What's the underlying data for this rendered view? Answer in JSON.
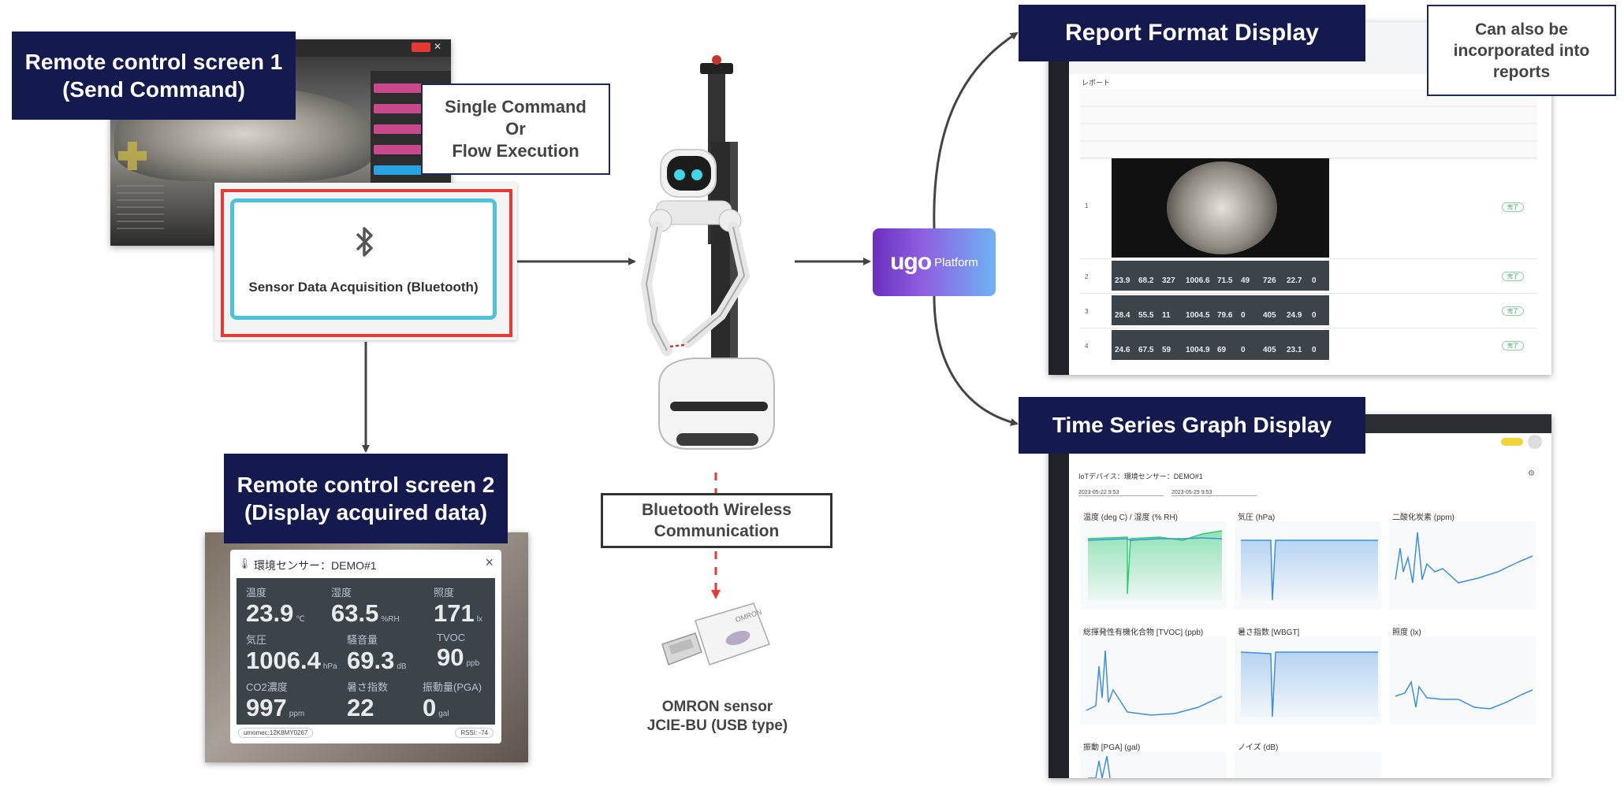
{
  "labels": {
    "remote1_line1": "Remote control screen 1",
    "remote1_line2": "(Send Command)",
    "single_cmd_line1": "Single Command",
    "single_cmd_line2": "Or",
    "single_cmd_line3": "Flow Execution",
    "sensor_acq": "Sensor Data Acquisition (Bluetooth)",
    "remote2_line1": "Remote control screen 2",
    "remote2_line2": "(Display acquired data)",
    "bt_line1": "Bluetooth Wireless",
    "bt_line2": "Communication",
    "omron_line1": "OMRON sensor",
    "omron_line2": "JCIE-BU (USB type)",
    "report_format": "Report Format Display",
    "also_line1": "Can also be",
    "also_line2": "incorporated into",
    "also_line3": "reports",
    "time_series": "Time Series Graph Display",
    "ugo_logo": "ugo",
    "ugo_platform": "Platform"
  },
  "env_sensor": {
    "title": "環境センサー：DEMO#1",
    "close": "×",
    "cells": [
      {
        "label": "温度",
        "value": "23.9",
        "unit": "℃"
      },
      {
        "label": "湿度",
        "value": "63.5",
        "unit": "%RH"
      },
      {
        "label": "照度",
        "value": "171",
        "unit": "lx"
      },
      {
        "label": "気圧",
        "value": "1006.4",
        "unit": "hPa"
      },
      {
        "label": "騒音量",
        "value": "69.3",
        "unit": "dB"
      },
      {
        "label": "TVOC",
        "value": "90",
        "unit": "ppb"
      },
      {
        "label": "CO2濃度",
        "value": "997",
        "unit": "ppm"
      },
      {
        "label": "暑さ指数",
        "value": "22",
        "unit": ""
      },
      {
        "label": "振動量(PGA)",
        "value": "0",
        "unit": "gal"
      }
    ],
    "footer_left": "umomec:12K8MY0267",
    "footer_right": "RSSI: -74"
  },
  "report": {
    "header": "レポート",
    "rows": [
      {
        "id": "1",
        "status": "完了"
      },
      {
        "id": "2",
        "status": "完了"
      },
      {
        "id": "3",
        "status": "完了"
      },
      {
        "id": "4",
        "status": "完了"
      }
    ],
    "row_values": [
      [
        "23.9",
        "68.2",
        "327",
        "1006.6",
        "71.5",
        "49",
        "726",
        "22.7",
        "0"
      ],
      [
        "28.4",
        "55.5",
        "11",
        "1004.5",
        "79.6",
        "0",
        "405",
        "24.9",
        "0"
      ],
      [
        "24.6",
        "67.5",
        "59",
        "1004.9",
        "69",
        "0",
        "405",
        "23.1",
        "0"
      ]
    ]
  },
  "tsg": {
    "breadcrumb": "IoTデバイス：環境センサー：DEMO#1",
    "date_from": "2023-05-22 9:53",
    "date_to": "2023-05-29 9:53",
    "panels": [
      "温度 (deg C) / 湿度 (% RH)",
      "気圧 (hPa)",
      "二酸化炭素 (ppm)",
      "総揮発性有機化合物 [TVOC] (ppb)",
      "暑さ指数 [WBGT]",
      "照度 (lx)",
      "振動 [PGA] (gal)",
      "ノイズ (dB)"
    ]
  },
  "colors": {
    "navy": "#141a4e",
    "arrow": "#444444",
    "red_outline": "#e53935",
    "cyan_outline": "#4cc3d9",
    "dashed_red": "#e53935",
    "chart_blue": "#3d8fe0",
    "chart_green": "#2ecc71"
  },
  "icons": {
    "bluetooth": "bluetooth-icon",
    "thermo": "thermometer-icon",
    "close": "close-icon"
  }
}
